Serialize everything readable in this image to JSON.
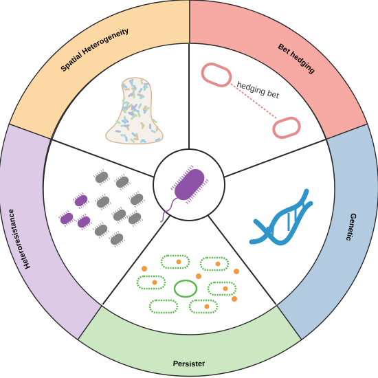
{
  "segments": [
    {
      "label": "Spatial Heterogeneity",
      "color": "#fcd9a4"
    },
    {
      "label": "Bet hedging",
      "color": "#f6aaa3"
    },
    {
      "label": "Genetic",
      "color": "#b3cbe1"
    },
    {
      "label": "Persister",
      "color": "#cbe8c2"
    },
    {
      "label": "Heteroresistance",
      "color": "#dccae6"
    }
  ],
  "bet_hedging_text": "hedging bet",
  "colors": {
    "outline": "#2a2a2a",
    "bacterium_purple": "#8e52a7",
    "bacterium_gray": "#858585",
    "dna_blue": "#2f95c8",
    "persister_green": "#5ab84c",
    "persister_dot": "#f29a3c",
    "bet_cell": "#e58d8d",
    "biofilm_outline": "#d6b896"
  },
  "icons": [
    "biofilm-icon",
    "bet-hedging-cells-icon",
    "dna-helix-icon",
    "persister-cells-icon",
    "bacteria-population-icon",
    "bacterium-icon"
  ]
}
